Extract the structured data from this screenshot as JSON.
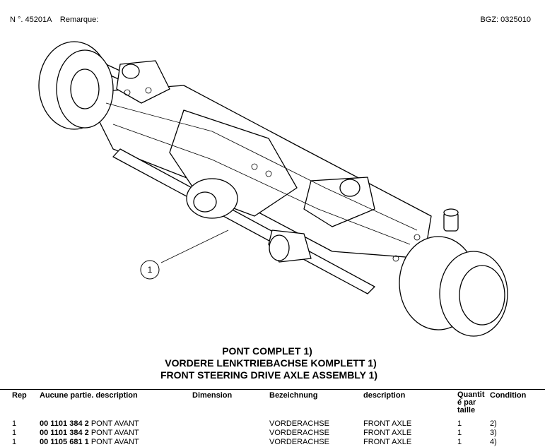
{
  "header": {
    "doc_number": "N °. 45201A",
    "remark_label": "Remarque:",
    "bgz": "BGZ: 0325010"
  },
  "callout": {
    "number": "1"
  },
  "titles": [
    "PONT COMPLET  1)",
    "VORDERE LENKTRIEBACHSE KOMPLETT  1)",
    "FRONT STEERING DRIVE AXLE ASSEMBLY  1)"
  ],
  "table": {
    "headers": {
      "rep": "Rep",
      "part": "Aucune partie. description",
      "dimension": "Dimension",
      "bezeichnung": "Bezeichnung",
      "description": "description",
      "quantity": "Quantit é par taille",
      "condition": "Condition"
    },
    "rows": [
      {
        "rep": "1",
        "part_no": "00 1101 384 2",
        "part_desc": "PONT AVANT",
        "dimension": "",
        "bezeichnung": "VORDERACHSE",
        "description": "FRONT AXLE",
        "qty": "1",
        "condition": "2)"
      },
      {
        "rep": "1",
        "part_no": "00 1101 384 2",
        "part_desc": "PONT AVANT",
        "dimension": "",
        "bezeichnung": "VORDERACHSE",
        "description": "FRONT AXLE",
        "qty": "1",
        "condition": "3)"
      },
      {
        "rep": "1",
        "part_no": "00 1105 681 1",
        "part_desc": "PONT AVANT",
        "dimension": "",
        "bezeichnung": "VORDERACHSE",
        "description": "FRONT AXLE",
        "qty": "1",
        "condition": "4)"
      }
    ]
  }
}
